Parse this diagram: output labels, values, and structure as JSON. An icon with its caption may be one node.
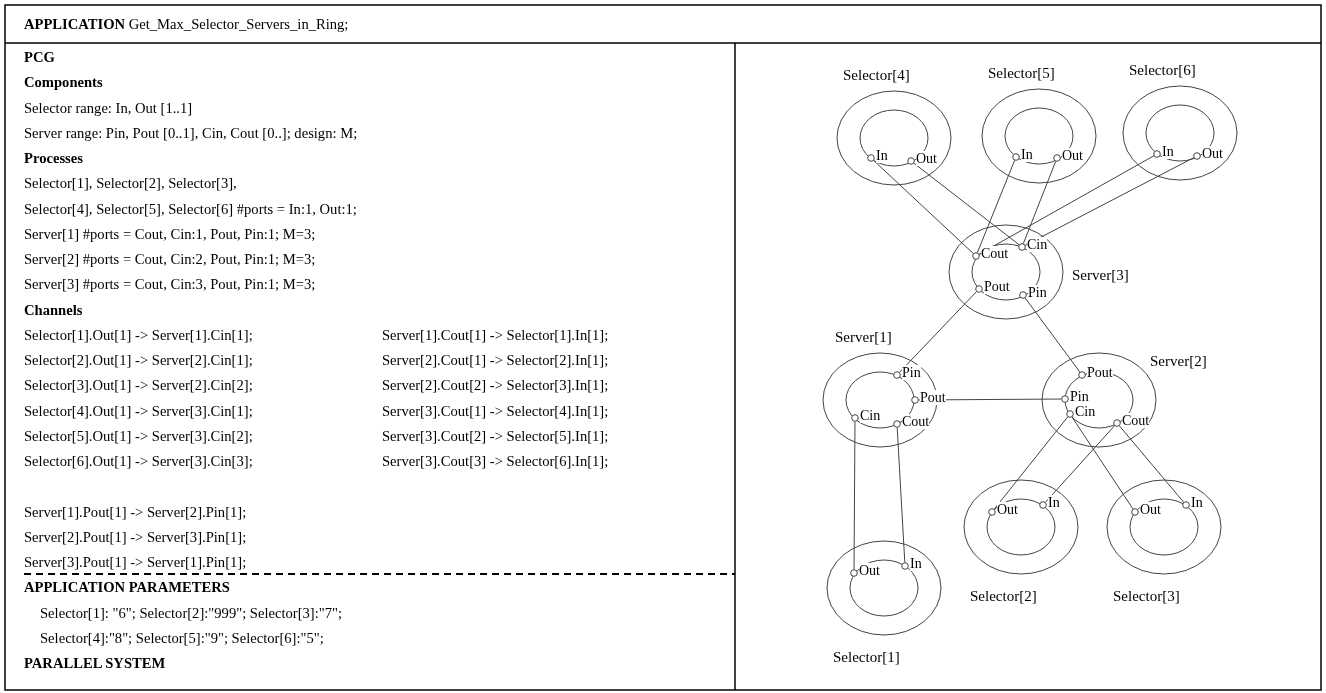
{
  "diagram": {
    "title": "**APPLICATION** Get_Max_Selector_Servers_in_Ring;",
    "nodes": [
      {
        "text": [
          "Selector[4]"
        ]
      },
      {
        "text": [
          "In"
        ],
        "in": 0
      },
      {
        "text": [
          "Out"
        ],
        "in": 0
      },
      {
        "text": [
          "Selector[5]"
        ]
      },
      {
        "text": [
          "In"
        ],
        "in": 3
      },
      {
        "text": [
          "Out"
        ],
        "in": 3
      },
      {
        "text": [
          "Selector[6]"
        ]
      },
      {
        "text": [
          "In"
        ],
        "in": 6
      },
      {
        "text": [
          "Out"
        ],
        "in": 6
      },
      {
        "text": [
          "Server[3]"
        ]
      },
      {
        "text": [
          "Cout"
        ],
        "in": 9
      },
      {
        "text": [
          "Cin"
        ],
        "in": 9
      },
      {
        "text": [
          "Pout"
        ],
        "in": 9
      },
      {
        "text": [
          "Pin"
        ],
        "in": 9
      },
      {
        "text": [
          "Server[1]"
        ]
      },
      {
        "text": [
          "Pin"
        ],
        "in": 14
      },
      {
        "text": [
          "Pout"
        ],
        "in": 14
      },
      {
        "text": [
          "Cin"
        ],
        "in": 14
      },
      {
        "text": [
          "Cout"
        ],
        "in": 14
      },
      {
        "text": [
          "Server[2]"
        ]
      },
      {
        "text": [
          "Pout"
        ],
        "in": 19
      },
      {
        "text": [
          "Pin"
        ],
        "in": 19
      },
      {
        "text": [
          "Cin"
        ],
        "in": 19
      },
      {
        "text": [
          "Cout"
        ],
        "in": 19
      },
      {
        "text": [
          "Selector[2]"
        ]
      },
      {
        "text": [
          "Out"
        ],
        "in": 24
      },
      {
        "text": [
          "In"
        ],
        "in": 24
      },
      {
        "text": [
          "Selector[3]"
        ]
      },
      {
        "text": [
          "Out"
        ],
        "in": 27
      },
      {
        "text": [
          "In"
        ],
        "in": 27
      },
      {
        "text": [
          "Selector[1]"
        ]
      },
      {
        "text": [
          "Out"
        ],
        "in": 30
      },
      {
        "text": [
          "In"
        ],
        "in": 30
      }
    ],
    "edges": [
      {
        "from": 31,
        "to": 17,
        "arrow": "none"
      },
      {
        "from": 18,
        "to": 32,
        "arrow": "none"
      },
      {
        "from": 25,
        "to": 22,
        "arrow": "none"
      },
      {
        "from": 23,
        "to": 26,
        "arrow": "none"
      },
      {
        "from": 28,
        "to": 22,
        "arrow": "none"
      },
      {
        "from": 23,
        "to": 29,
        "arrow": "none"
      },
      {
        "from": 2,
        "to": 11,
        "arrow": "none"
      },
      {
        "from": 10,
        "to": 1,
        "arrow": "none"
      },
      {
        "from": 5,
        "to": 11,
        "arrow": "none"
      },
      {
        "from": 10,
        "to": 4,
        "arrow": "none"
      },
      {
        "from": 8,
        "to": 11,
        "arrow": "none"
      },
      {
        "from": 10,
        "to": 7,
        "arrow": "none"
      },
      {
        "from": 16,
        "to": 21,
        "arrow": "none"
      },
      {
        "from": 20,
        "to": 13,
        "arrow": "none"
      },
      {
        "from": 12,
        "to": 15,
        "arrow": "none"
      }
    ],
    "labels": [
      "PCG",
      "Components",
      "Selector range: In, Out [1..1]",
      "Server range: Pin, Pout [0..1], Cin, Cout [0..]; design: M;",
      "Processes",
      "Selector[1], Selector[2], Selector[3],",
      "Selector[4], Selector[5], Selector[6] #ports = In:1, Out:1;",
      "Server[1] #ports = Cout, Cin:1, Pout, Pin:1; M=3;",
      "Server[2] #ports = Cout, Cin:2, Pout, Pin:1; M=3;",
      "Server[3] #ports = Cout, Cin:3, Pout, Pin:1; M=3;",
      "Channels",
      "Selector[1].Out[1] -> Server[1].Cin[1];",
      "Server[1].Cout[1] -> Selector[1].In[1];",
      "Selector[2].Out[1] -> Server[2].Cin[1];",
      "Server[2].Cout[1] -> Selector[2].In[1];",
      "Selector[3].Out[1] -> Server[2].Cin[2];",
      "Server[2].Cout[2] -> Selector[3].In[1];",
      "Selector[4].Out[1] -> Server[3].Cin[1];",
      "Server[3].Cout[1] -> Selector[4].In[1];",
      "Selector[5].Out[1] -> Server[3].Cin[2];",
      "Server[3].Cout[2] -> Selector[5].In[1];",
      "Selector[6].Out[1] -> Server[3].Cin[3];",
      "Server[3].Cout[3] -> Selector[6].In[1];",
      "Server[1].Pout[1] -> Server[2].Pin[1];",
      "Server[2].Pout[1] -> Server[3].Pin[1];",
      "Server[3].Pout[1] -> Server[1].Pin[1];",
      "APPLICATION PARAMETERS",
      "Selector[1]: \"6\"; Selector[2]:\"999\"; Selector[3]:\"7\";",
      "Selector[4]:\"8\"; Selector[5]:\"9\"; Selector[6]:\"5\";",
      "PARALLEL SYSTEM"
    ]
  }
}
